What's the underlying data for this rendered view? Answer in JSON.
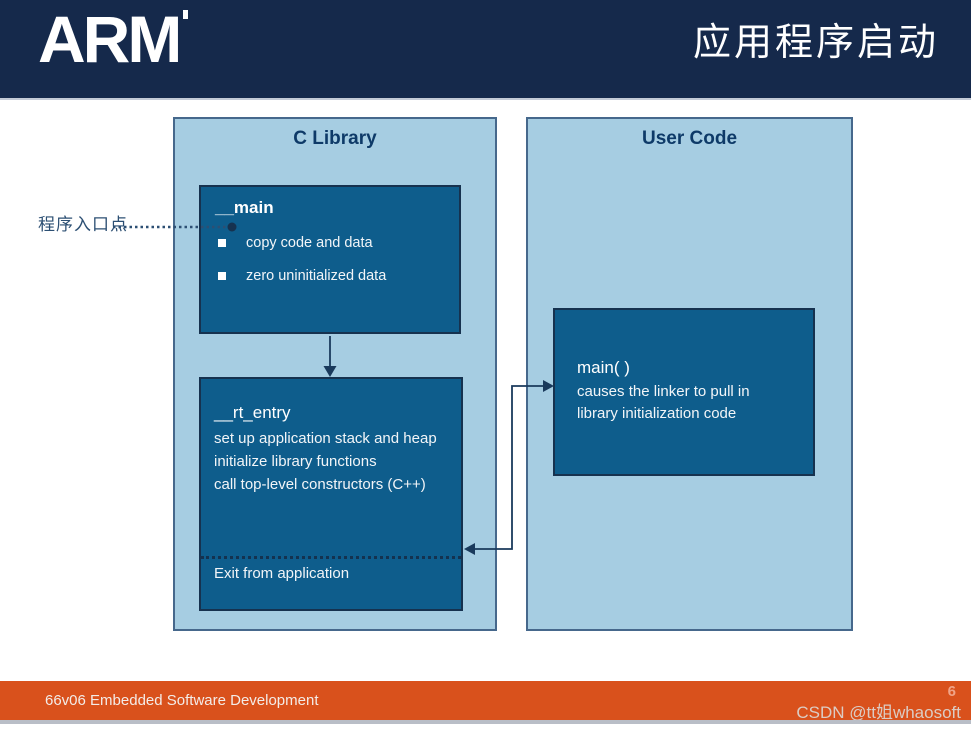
{
  "header": {
    "logo": "ARM",
    "title": "应用程序启动"
  },
  "diagram": {
    "entry_label": "程序入口点",
    "c_library": {
      "title": "C Library",
      "main_box": {
        "title": "__main",
        "bullets": [
          "copy code and data",
          "zero uninitialized data"
        ]
      },
      "rt_entry_box": {
        "title": "__rt_entry",
        "lines": [
          "set up application stack and heap",
          "initialize library functions",
          "call top-level constructors (C++)"
        ],
        "exit_line": "Exit from application"
      }
    },
    "user_code": {
      "title": "User Code",
      "main_box": {
        "title": "main( )",
        "lines": [
          "causes the linker to pull in",
          "library initialization code"
        ]
      }
    }
  },
  "footer": {
    "course": "66v06 Embedded Software Development",
    "page_number": "6",
    "watermark": "CSDN @tt姐whaosoft"
  },
  "colors": {
    "header_bg": "#15294b",
    "panel_bg": "#a6cde2",
    "panel_border": "#46688c",
    "box_bg": "#0e5d8c",
    "box_border": "#16324f",
    "arrow": "#1a3a5c",
    "footer_bg": "#d9511c",
    "panel_title_text": "#0e3a68"
  }
}
